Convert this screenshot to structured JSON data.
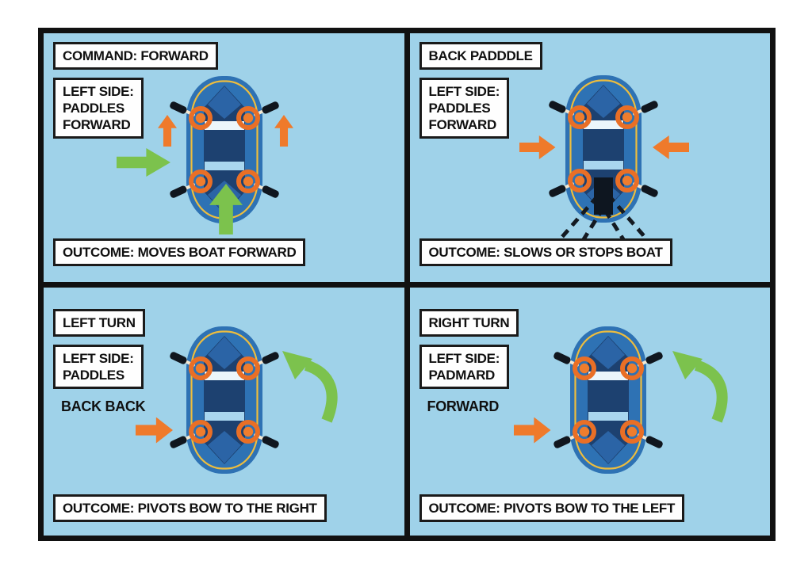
{
  "colors": {
    "panel_background": "#9fd2e9",
    "frame_black": "#111111",
    "label_box_background": "#fefefe",
    "text": "#101010",
    "orange_accent": "#ef7a2b",
    "green_accent": "#7cc24d",
    "raft_tube_blue": "#2e72b4",
    "raft_interior_navy": "#1d4170",
    "raft_trim_yellow": "#edbd3e",
    "paddle_black": "#10161e"
  },
  "panels": [
    {
      "id": "forward",
      "title": "COMMAND: FORWARD",
      "side_label": "LEFT SIDE:\nPADDLES\nFORWARD",
      "outcome": "OUTCOME: MOVES BOAT FORWARD"
    },
    {
      "id": "back-paddle",
      "title": "BACK PADDDLE",
      "side_label": "LEFT SIDE:\nPADDLES\nFORWARD",
      "outcome": "OUTCOME: SLOWS OR STOPS BOAT"
    },
    {
      "id": "left-turn",
      "title": "LEFT TURN",
      "side_label": "LEFT SIDE:\nPADDLES",
      "extra_label": "BACK BACK",
      "outcome": "OUTCOME: PIVOTS BOW TO THE RIGHT"
    },
    {
      "id": "right-turn",
      "title": "RIGHT TURN",
      "side_label": "LEFT SIDE:\nPADMARD",
      "extra_label": "FORWARD",
      "outcome": "OUTCOME: PIVOTS BOW TO THE LEFT"
    }
  ]
}
